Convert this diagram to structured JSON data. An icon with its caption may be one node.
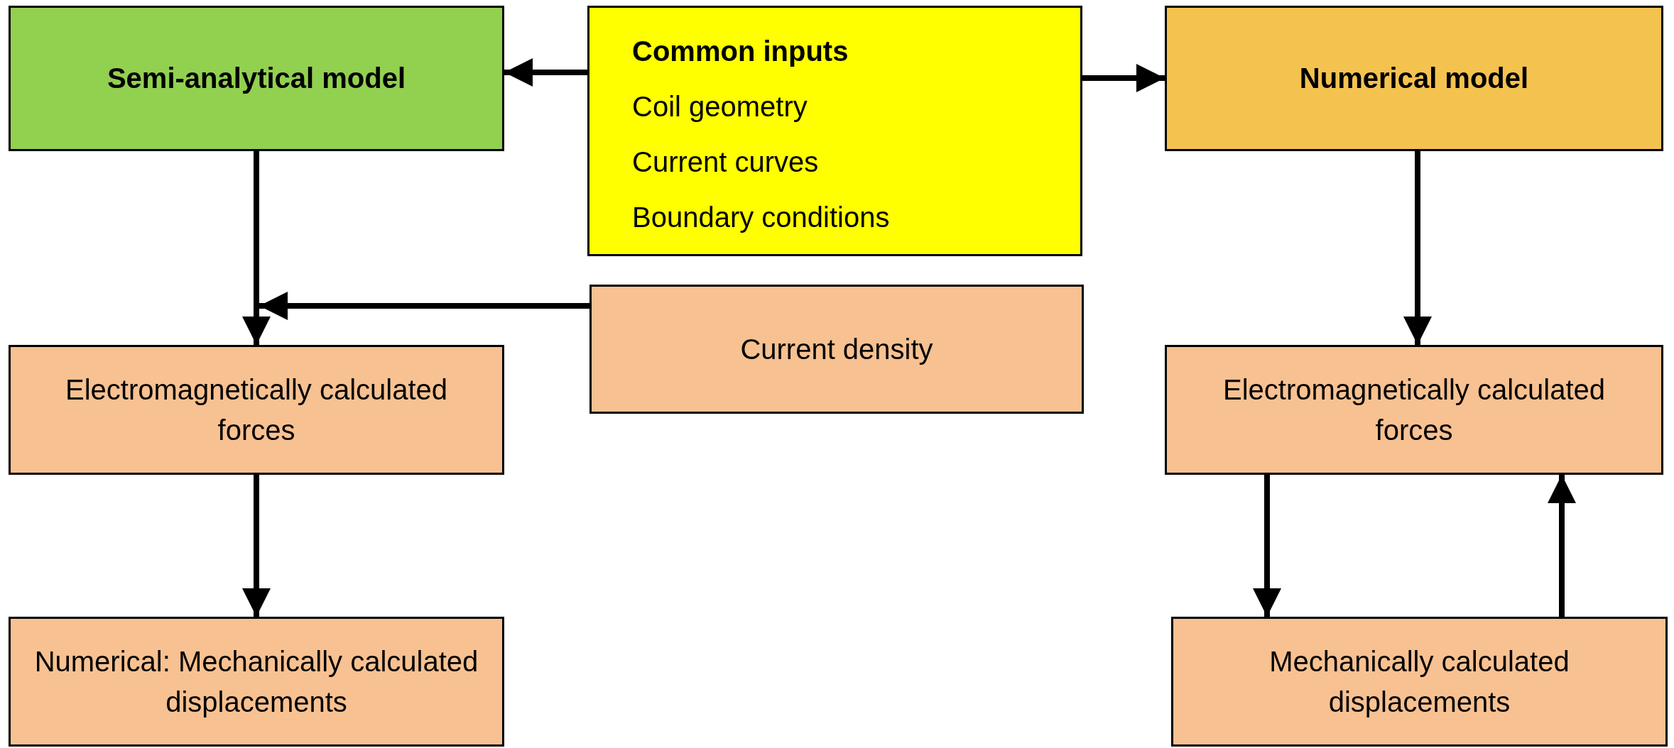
{
  "diagram": {
    "nodes": [
      {
        "text": [
          "Semi-analytical model"
        ]
      },
      {
        "text": [
          "Common inputs",
          "Coil geometry",
          "Current curves",
          "Boundary conditions"
        ]
      },
      {
        "text": [
          "Numerical model"
        ]
      },
      {
        "text": [
          "Current density"
        ]
      },
      {
        "text": [
          "Electromagnetically calculated forces"
        ]
      },
      {
        "text": [
          "Numerical: Mechanically calculated displacements"
        ]
      },
      {
        "text": [
          "Electromagnetically calculated forces"
        ]
      },
      {
        "text": [
          "Mechanically calculated displacements"
        ]
      }
    ],
    "edges": [
      {
        "from": 1,
        "to": 0,
        "arrow": "to"
      },
      {
        "from": 1,
        "to": 2,
        "arrow": "to"
      },
      {
        "from": 0,
        "to": 4,
        "arrow": "to"
      },
      {
        "from": 3,
        "to": 4,
        "arrow": "to"
      },
      {
        "from": 4,
        "to": 5,
        "arrow": "to"
      },
      {
        "from": 2,
        "to": 6,
        "arrow": "to"
      },
      {
        "from": 6,
        "to": 7,
        "arrow": "to"
      },
      {
        "from": 7,
        "to": 6,
        "arrow": "to"
      }
    ]
  }
}
